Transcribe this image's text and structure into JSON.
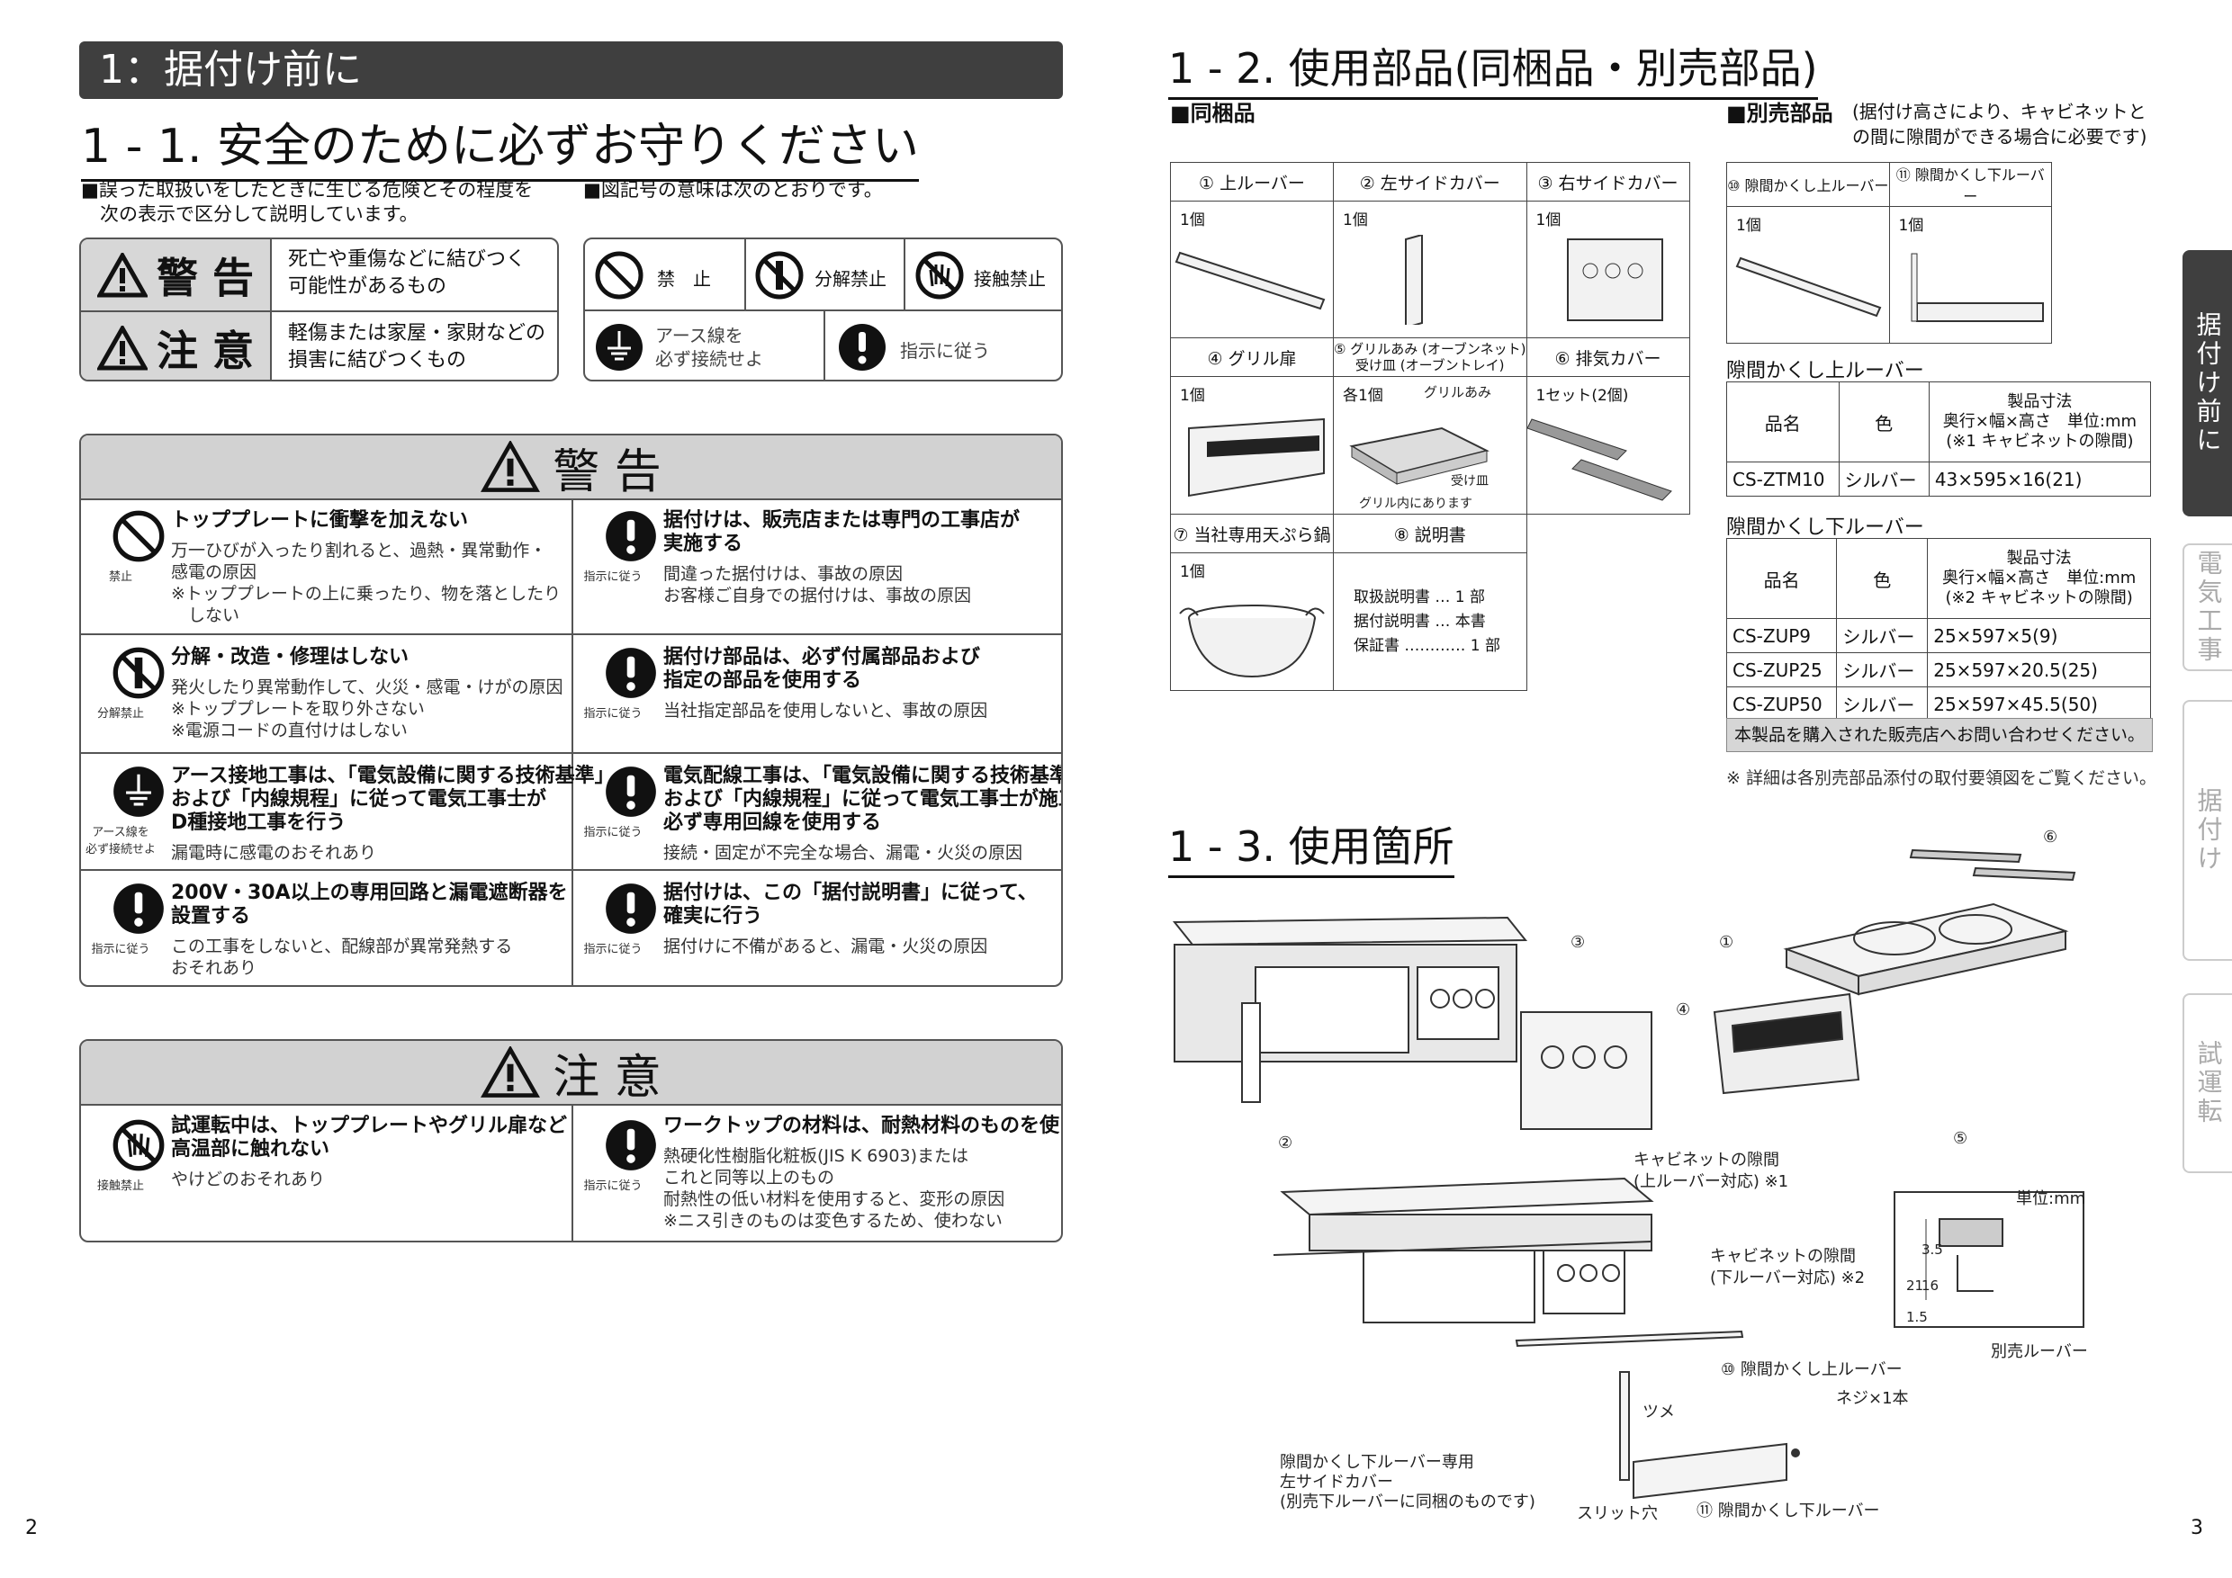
{
  "left": {
    "chapter": "1：据付け前に",
    "section": "1 - 1. 安全のために必ずお守りください",
    "note1": "■誤った取扱いをしたときに生じる危険とその程度を\n　次の表示で区分して説明しています。",
    "note2": "■図記号の意味は次のとおりです。",
    "signals": [
      {
        "label": "警 告",
        "desc": "死亡や重傷などに結びつく\n可能性があるもの"
      },
      {
        "label": "注 意",
        "desc": "軽傷または家屋・家財などの\n損害に結びつくもの"
      }
    ],
    "symbols": {
      "prohibit": "禁　止",
      "disassemble": "分解禁止",
      "notouch": "接触禁止",
      "ground": "アース線を\n必ず接続せよ",
      "instruction": "指示に従う"
    },
    "warning": {
      "title": "警 告",
      "cells": [
        {
          "icon": "禁止",
          "title": "トッププレートに衝撃を加えない",
          "body": "万一ひびが入ったり割れると、過熱・異常動作・\n感電の原因\n※トッププレートの上に乗ったり、物を落としたり\n　しない"
        },
        {
          "icon": "指示に従う",
          "title": "据付けは、販売店または専門の工事店が\n実施する",
          "body": "間違った据付けは、事故の原因\nお客様ご自身での据付けは、事故の原因"
        },
        {
          "icon": "分解禁止",
          "title": "分解・改造・修理はしない",
          "body": "発火したり異常動作して、火災・感電・けがの原因\n※トッププレートを取り外さない\n※電源コードの直付けはしない"
        },
        {
          "icon": "指示に従う",
          "title": "据付け部品は、必ず付属部品および\n指定の部品を使用する",
          "body": "当社指定部品を使用しないと、事故の原因"
        },
        {
          "icon": "アース線を\n必ず接続せよ",
          "title": "アース接地工事は、「電気設備に関する技術基準」\nおよび「内線規程」に従って電気工事士が\nD種接地工事を行う",
          "body": "漏電時に感電のおそれあり"
        },
        {
          "icon": "指示に従う",
          "title": "電気配線工事は、「電気設備に関する技術基準」\nおよび「内線規程」に従って電気工事士が施工し、\n必ず専用回線を使用する",
          "body": "接続・固定が不完全な場合、漏電・火災の原因"
        },
        {
          "icon": "指示に従う",
          "title": "200V・30A以上の専用回路と漏電遮断器を\n設置する",
          "body": "この工事をしないと、配線部が異常発熱する\nおそれあり"
        },
        {
          "icon": "指示に従う",
          "title": "据付けは、この「据付説明書」に従って、\n確実に行う",
          "body": "据付けに不備があると、漏電・火災の原因"
        }
      ]
    },
    "caution": {
      "title": "注 意",
      "cells": [
        {
          "icon": "接触禁止",
          "title": "試運転中は、トッププレートやグリル扉など\n高温部に触れない",
          "body": "やけどのおそれあり"
        },
        {
          "icon": "指示に従う",
          "title": "ワークトップの材料は、耐熱材料のものを使う",
          "body": "熱硬化性樹脂化粧板(JIS K 6903)または\nこれと同等以上のもの\n耐熱性の低い材料を使用すると、変形の原因\n※ニス引きのものは変色するため、使わない"
        }
      ]
    },
    "page": "2"
  },
  "right": {
    "section2": "1 - 2. 使用部品(同梱品・別売部品)",
    "included": "■同梱品",
    "optional": "■別売部品",
    "optional_note": "(据付け高さにより、キャビネットと\nの間に隙間ができる場合に必要です)",
    "parts": [
      {
        "name": "① 上ルーバー",
        "qty": "1個"
      },
      {
        "name": "② 左サイドカバー",
        "qty": "1個"
      },
      {
        "name": "③ 右サイドカバー",
        "qty": "1個"
      },
      {
        "name": "④ グリル扉",
        "qty": "1個"
      },
      {
        "name": "⑤ グリルあみ (オーブンネット)\n受け皿 (オーブントレイ)",
        "qty": "各1個"
      },
      {
        "name": "⑥ 排気カバー",
        "qty": "1セット(2個)"
      },
      {
        "name": "⑦ 当社専用天ぷら鍋",
        "qty": "1個"
      },
      {
        "name": "⑧ 説明書",
        "qty": ""
      }
    ],
    "grill_labels": {
      "net": "グリルあみ",
      "tray": "受け皿",
      "inside": "グリル内にあります"
    },
    "manuals": [
      "取扱説明書 … 1 部",
      "据付説明書 … 本書",
      "保証書 ………… 1 部"
    ],
    "opt_parts": [
      {
        "name": "⑩ 隙間かくし上ルーバー",
        "qty": "1個"
      },
      {
        "name": "⑪ 隙間かくし下ルーバー",
        "qty": "1個"
      }
    ],
    "upper_louver": {
      "title": "隙間かくし上ルーバー",
      "headers": [
        "品名",
        "色",
        "製品寸法\n奥行×幅×高さ　単位:mm\n(※1 キャビネットの隙間)"
      ],
      "rows": [
        [
          "CS-ZTM10",
          "シルバー",
          "43×595×16(21)"
        ]
      ]
    },
    "lower_louver": {
      "title": "隙間かくし下ルーバー",
      "headers": [
        "品名",
        "色",
        "製品寸法\n奥行×幅×高さ　単位:mm\n(※2 キャビネットの隙間)"
      ],
      "rows": [
        [
          "CS-ZUP9",
          "シルバー",
          "25×597×5(9)"
        ],
        [
          "CS-ZUP25",
          "シルバー",
          "25×597×20.5(25)"
        ],
        [
          "CS-ZUP50",
          "シルバー",
          "25×597×45.5(50)"
        ]
      ]
    },
    "contact": "本製品を購入された販売店へお問い合わせください。",
    "detail_note": "※ 詳細は各別売部品添付の取付要領図をご覧ください。",
    "section3": "1 - 3. 使用箇所",
    "diagram_labels": {
      "cab_gap_upper": "キャビネットの隙間\n(上ルーバー対応) ※1",
      "cab_gap_lower": "キャビネットの隙間\n(下ルーバー対応) ※2",
      "unit": "単位:mm",
      "opt_louver": "別売ルーバー",
      "upper_louver": "⑩ 隙間かくし上ルーバー",
      "lower_louver": "⑪ 隙間かくし下ルーバー",
      "tsume": "ツメ",
      "screw": "ネジ×1本",
      "slit": "スリット穴",
      "side_cover": "隙間かくし下ルーバー専用\n左サイドカバー\n(別売下ルーバーに同梱のものです)",
      "n1": "①",
      "n2": "②",
      "n3": "③",
      "n4": "④",
      "n5": "⑤",
      "n6": "⑥",
      "d35": "3.5",
      "d21": "21",
      "d16": "16",
      "d15": "1.5"
    },
    "tabs": [
      "据付け前に",
      "電気工事",
      "据付け",
      "試運転"
    ],
    "page": "3"
  }
}
